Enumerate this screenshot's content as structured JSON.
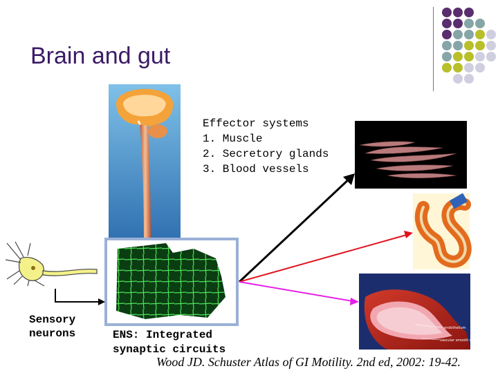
{
  "slide": {
    "title": "Brain and gut",
    "effector": {
      "heading": "Effector systems",
      "items": [
        "1. Muscle",
        "2. Secretory glands",
        "3. Blood vessels"
      ]
    },
    "sensory": {
      "line1": "Sensory",
      "line2": "neurons"
    },
    "ens": {
      "line1": "ENS: Integrated",
      "line2": "synaptic circuits"
    },
    "citation": "Wood JD. Schuster Atlas of GI Motility. 2nd ed, 2002: 19-42.",
    "blood_vessel_labels": [
      "endothelium",
      "vascular smooth muscle cells"
    ]
  },
  "colors": {
    "title": "#3b1a66",
    "purple_dot": "#5a2e6e",
    "teal_dot": "#86a5a7",
    "olive_dot": "#b8bf2a",
    "lavender_dot": "#cfcfe0",
    "arrow_black": "#000000",
    "arrow_red": "#e0141c",
    "arrow_magenta": "#e61ee6"
  }
}
